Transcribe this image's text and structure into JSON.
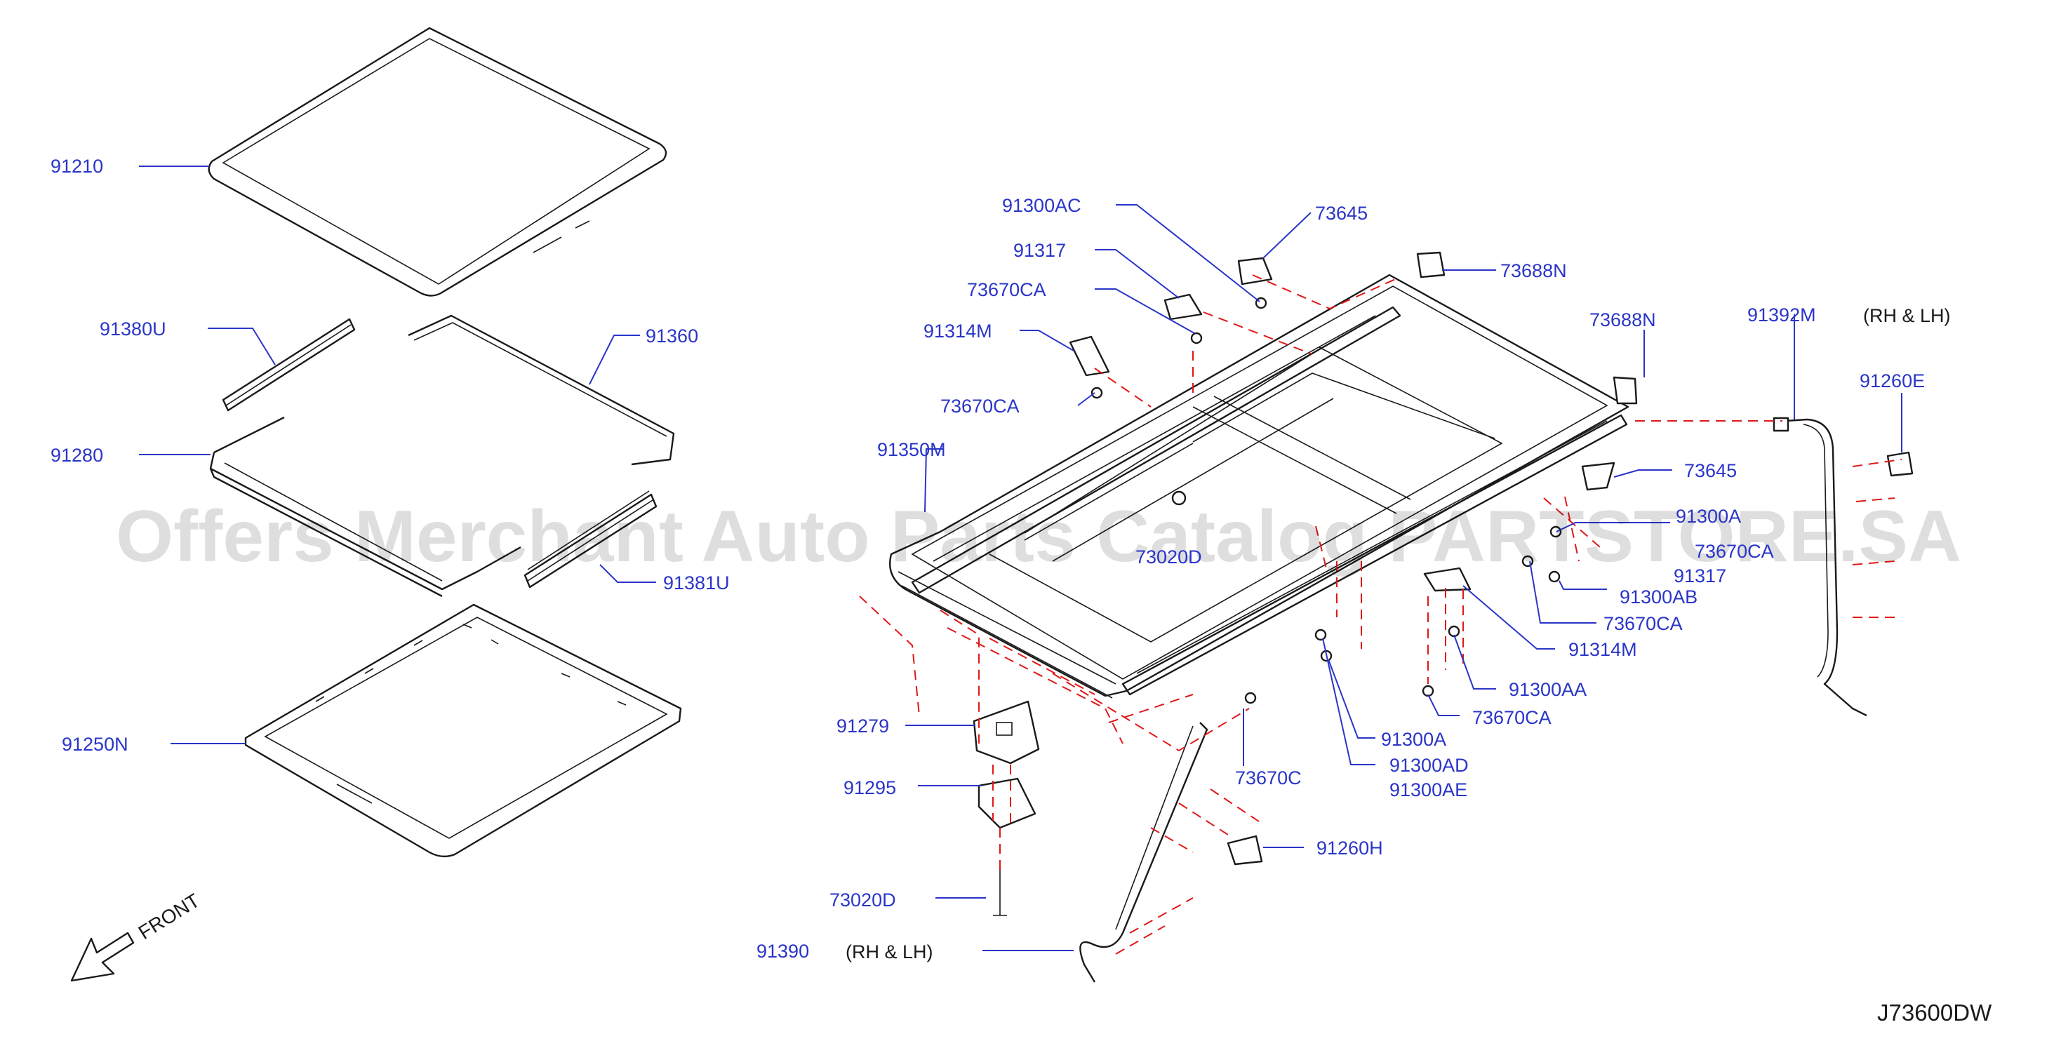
{
  "labels": {
    "l91210": "91210",
    "l91380U": "91380U",
    "l91360": "91360",
    "l91280": "91280",
    "l91381U": "91381U",
    "l91250N": "91250N",
    "l91300AC": "91300AC",
    "l73645a": "73645",
    "l91317a": "91317",
    "l73670CA_a": "73670CA",
    "l91314M_a": "91314M",
    "l73670CA_b": "73670CA",
    "l91350M": "91350M",
    "l73688N_a": "73688N",
    "l73688N_b": "73688N",
    "l91392M": "91392M",
    "l91260E": "91260E",
    "l73645b": "73645",
    "l91300Ap": "91300A",
    "l73670CA_p": "73670CA",
    "l73020Dp": "73020D",
    "l91317b": "91317",
    "l91300AB": "91300AB",
    "l73670CA_c": "73670CA",
    "l91314M_b": "91314M",
    "l91300AA": "91300AA",
    "l73670CA_d": "73670CA",
    "l91300A": "91300A",
    "l91300AD": "91300AD",
    "l91300AE": "91300AE",
    "l73670C": "73670C",
    "l91279": "91279",
    "l91295": "91295",
    "l91260H": "91260H",
    "l73020D": "73020D",
    "l91390": "91390"
  },
  "qualifiers": {
    "q91392M": "(RH  &  LH)",
    "q91390": "(RH  &  LH)"
  },
  "front_label": "FRONT",
  "diagram_code": "J73600DW",
  "watermark": "Offers Merchant Auto Parts Catalog PARTSTORE.SA",
  "colors": {
    "callout": "#2a35c8",
    "dashed_guide": "#e01818",
    "linework": "#1a1a1a",
    "background": "#ffffff"
  }
}
